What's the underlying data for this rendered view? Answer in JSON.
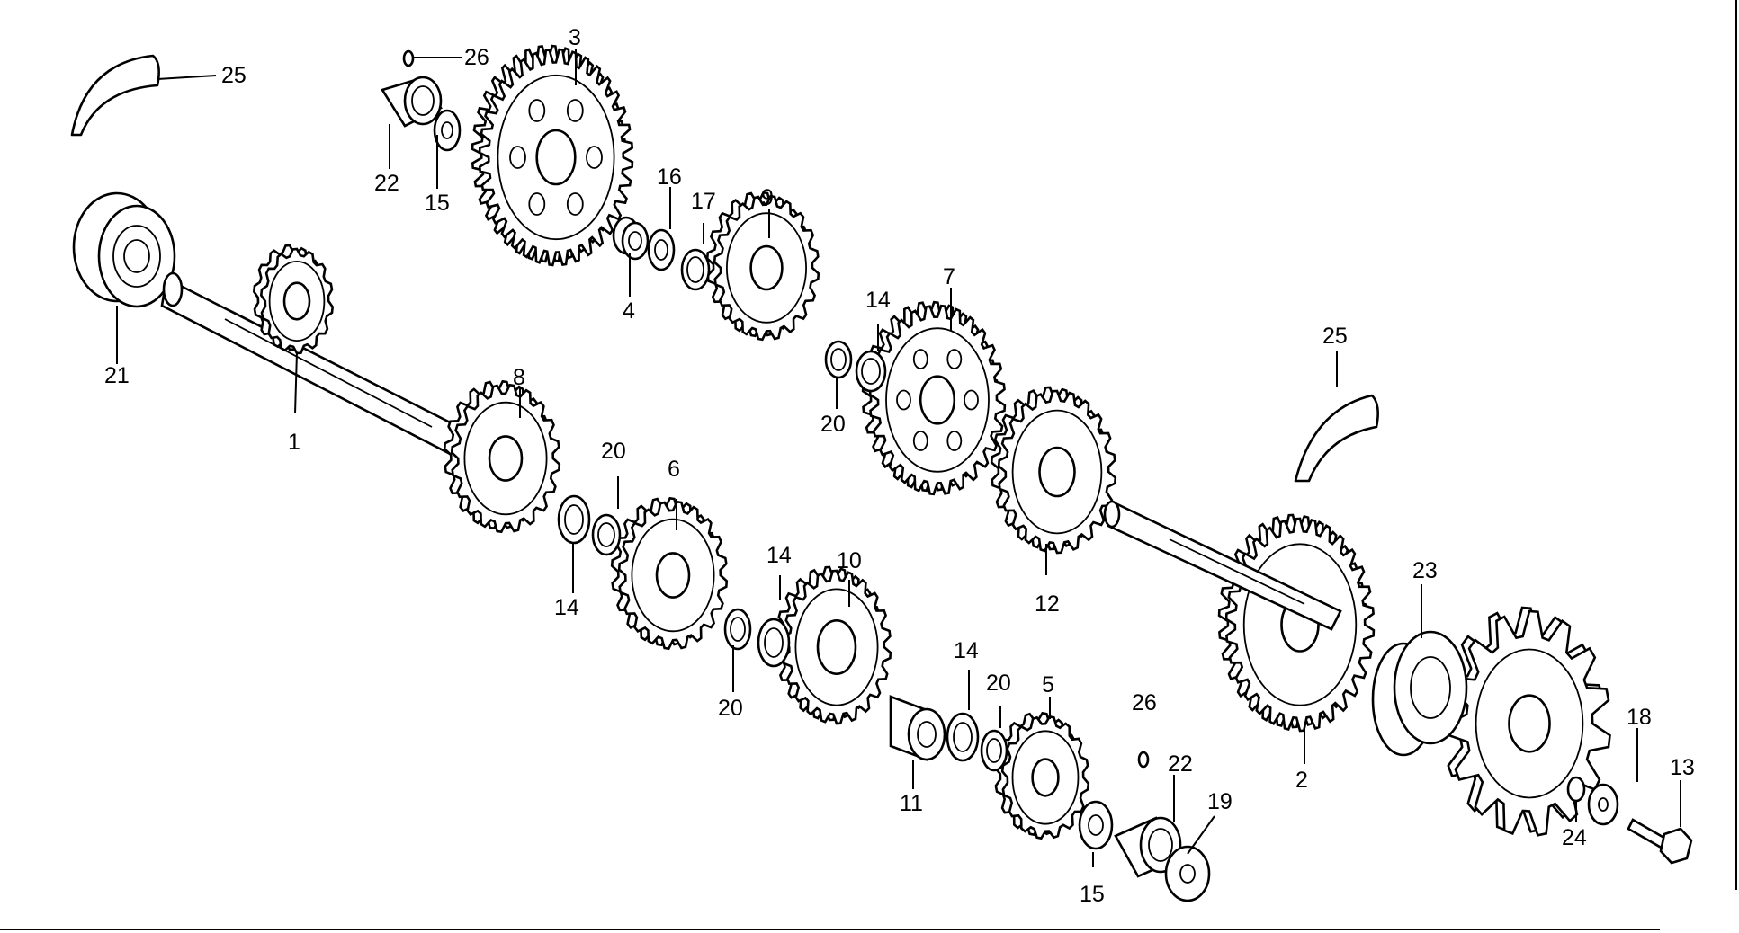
{
  "diagram": {
    "callouts": {
      "c1": "1",
      "c2": "2",
      "c3": "3",
      "c4": "4",
      "c5": "5",
      "c6": "6",
      "c7": "7",
      "c8": "8",
      "c9": "9",
      "c10": "10",
      "c11": "11",
      "c12": "12",
      "c13": "13",
      "c14a": "14",
      "c14b": "14",
      "c14c": "14",
      "c14d": "14",
      "c15a": "15",
      "c15b": "15",
      "c16": "16",
      "c17": "17",
      "c18": "18",
      "c19": "19",
      "c20a": "20",
      "c20b": "20",
      "c20c": "20",
      "c20d": "20",
      "c21": "21",
      "c22a": "22",
      "c22b": "22",
      "c23": "23",
      "c24": "24",
      "c25a": "25",
      "c25b": "25",
      "c26a": "26",
      "c26b": "26"
    }
  }
}
